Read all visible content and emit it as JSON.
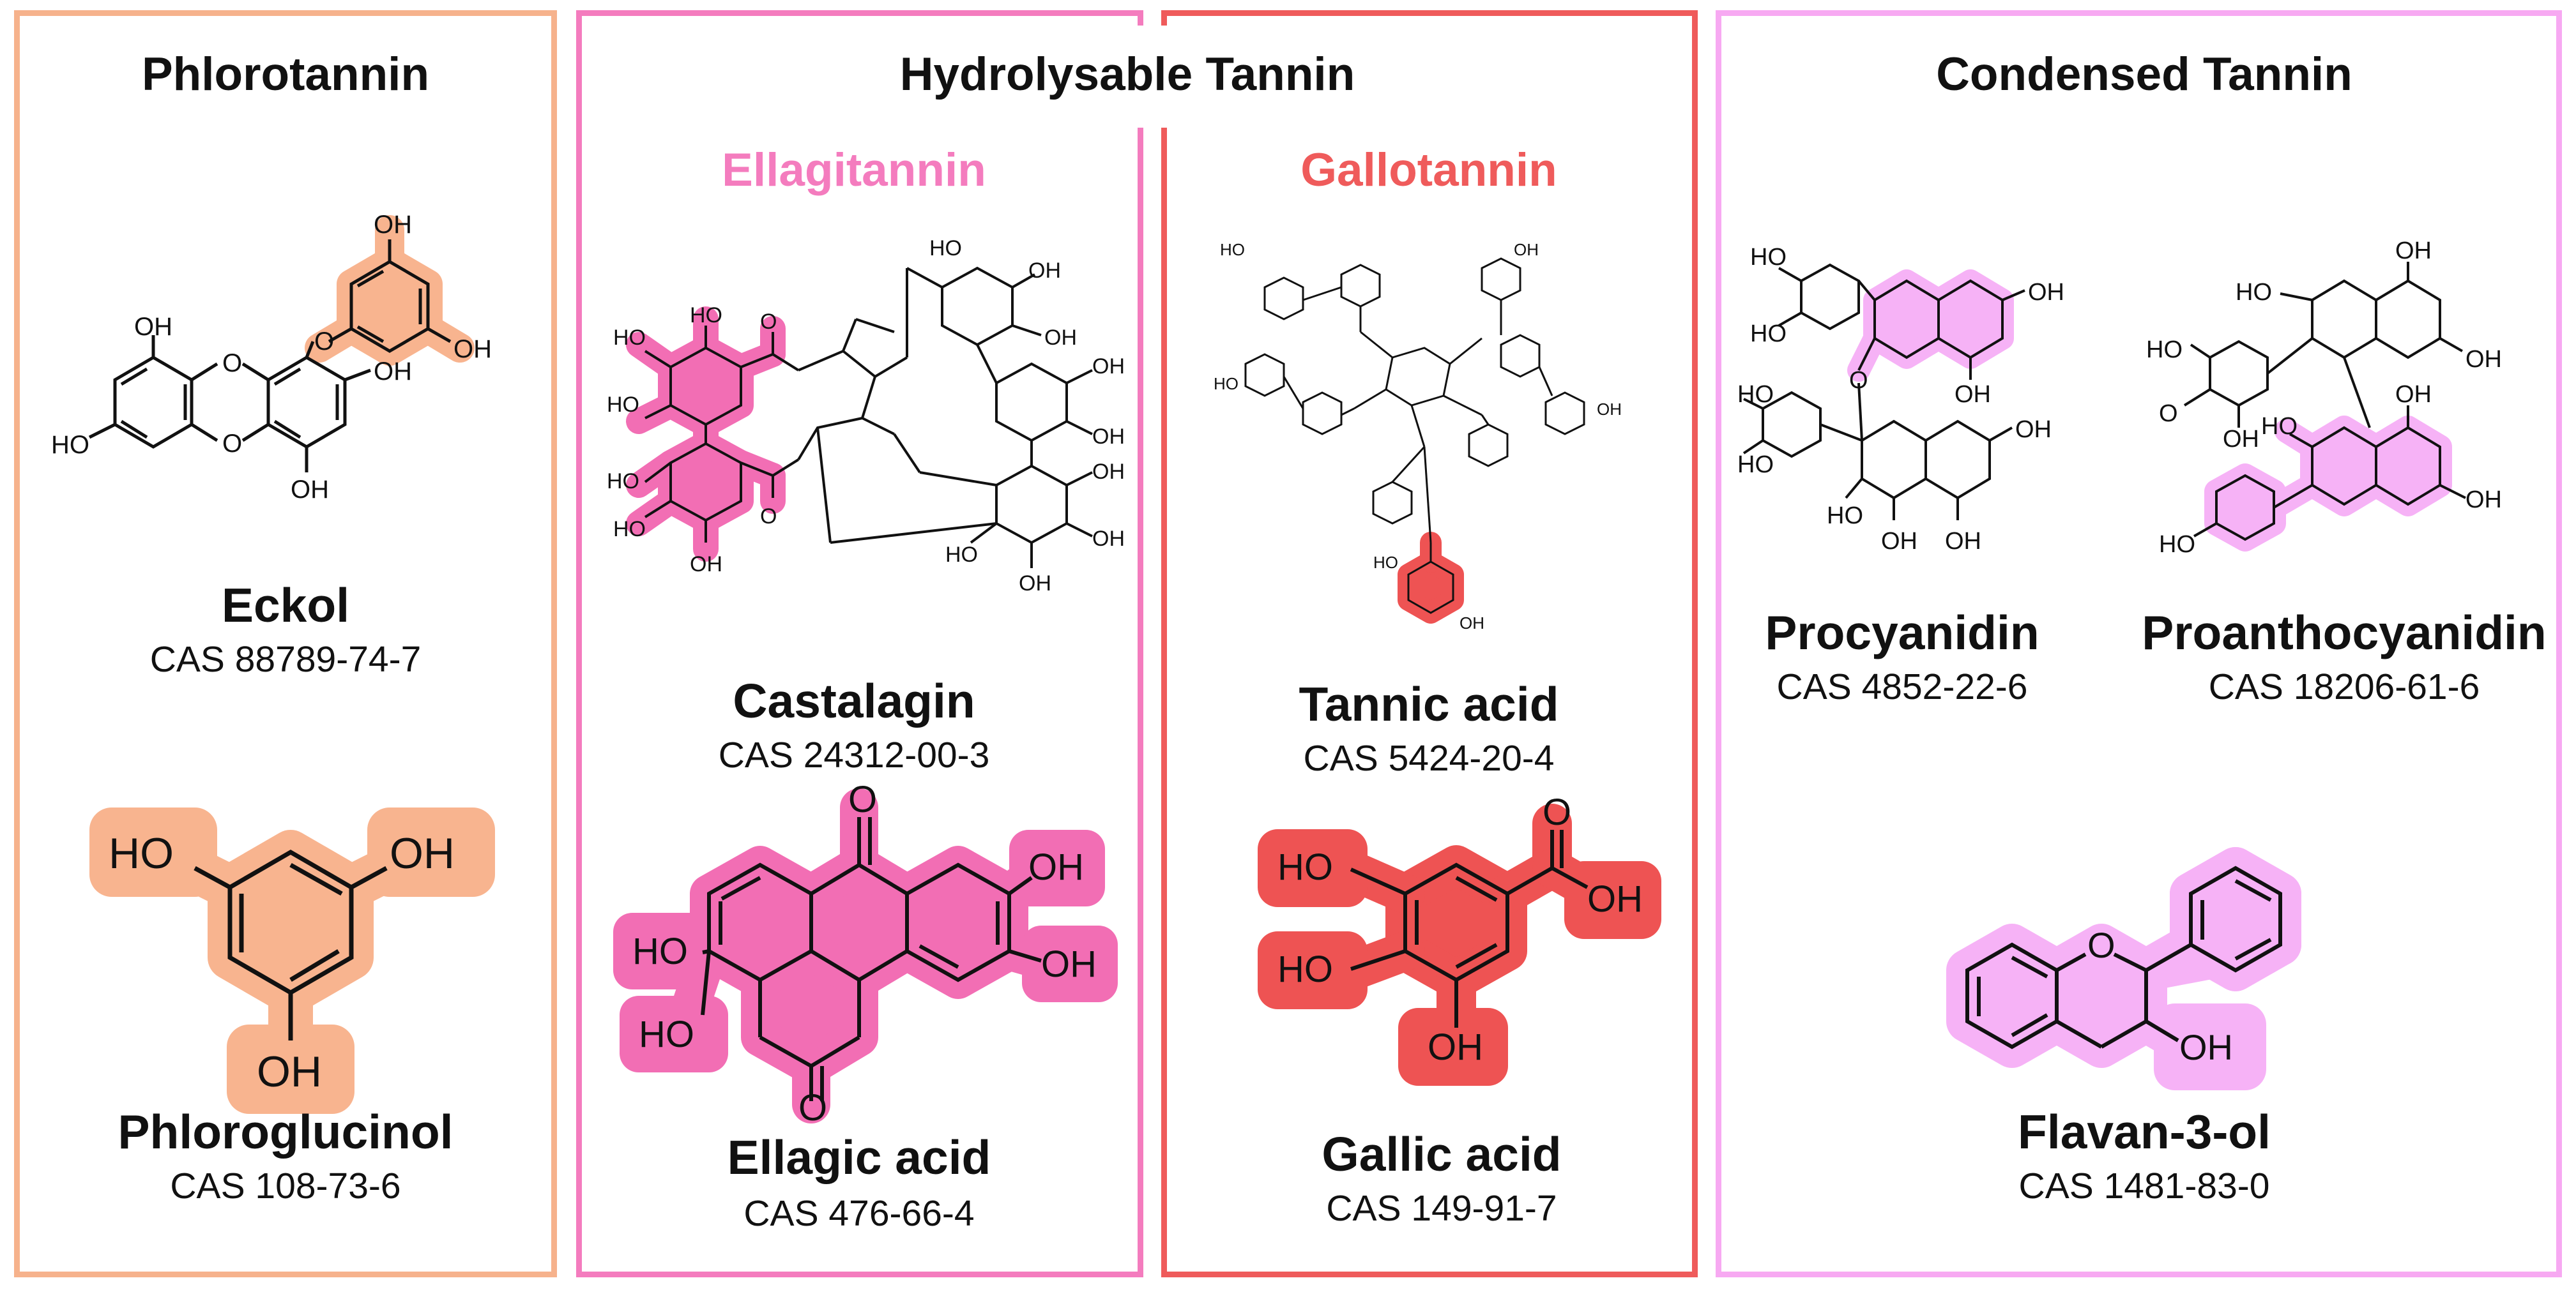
{
  "colors": {
    "phlorotannin": "#f6b28c",
    "ellagitannin": "#f47cbe",
    "gallotannin": "#ef5b5b",
    "condensed": "#f7a9f2",
    "ellagitannin_fill": "#f26eb4",
    "gallotannin_fill": "#ee5353",
    "condensed_fill": "#f6b2f6",
    "phlorotannin_fill": "#f8b48f"
  },
  "panels": {
    "phlorotannin": {
      "title": "Phlorotannin"
    },
    "hydrolysable": {
      "title": "Hydrolysable Tannin",
      "ellagitannin": "Ellagitannin",
      "gallotannin": "Gallotannin"
    },
    "condensed": {
      "title": "Condensed Tannin"
    }
  },
  "compounds": {
    "eckol": {
      "name": "Eckol",
      "cas": "CAS 88789-74-7",
      "icon": "eckol-structure"
    },
    "phloroglucinol": {
      "name": "Phloroglucinol",
      "cas": "CAS 108-73-6",
      "icon": "phloroglucinol-structure"
    },
    "castalagin": {
      "name": "Castalagin",
      "cas": "CAS 24312-00-3",
      "icon": "castalagin-structure"
    },
    "ellagic_acid": {
      "name": "Ellagic acid",
      "cas": "CAS 476-66-4",
      "icon": "ellagic-acid-structure"
    },
    "tannic_acid": {
      "name": "Tannic acid",
      "cas": "CAS 5424-20-4",
      "icon": "tannic-acid-structure"
    },
    "gallic_acid": {
      "name": "Gallic acid",
      "cas": "CAS 149-91-7",
      "icon": "gallic-acid-structure"
    },
    "procyanidin": {
      "name": "Procyanidin",
      "cas": "CAS 4852-22-6",
      "icon": "procyanidin-structure"
    },
    "proanthocyanidin": {
      "name": "Proanthocyanidin",
      "cas": "CAS 18206-61-6",
      "icon": "proanthocyanidin-structure"
    },
    "flavan_3_ol": {
      "name": "Flavan-3-ol",
      "cas": "CAS 1481-83-0",
      "icon": "flavan-3-ol-structure"
    }
  },
  "atom_labels": {
    "OH": "OH",
    "HO": "HO",
    "O": "O"
  }
}
